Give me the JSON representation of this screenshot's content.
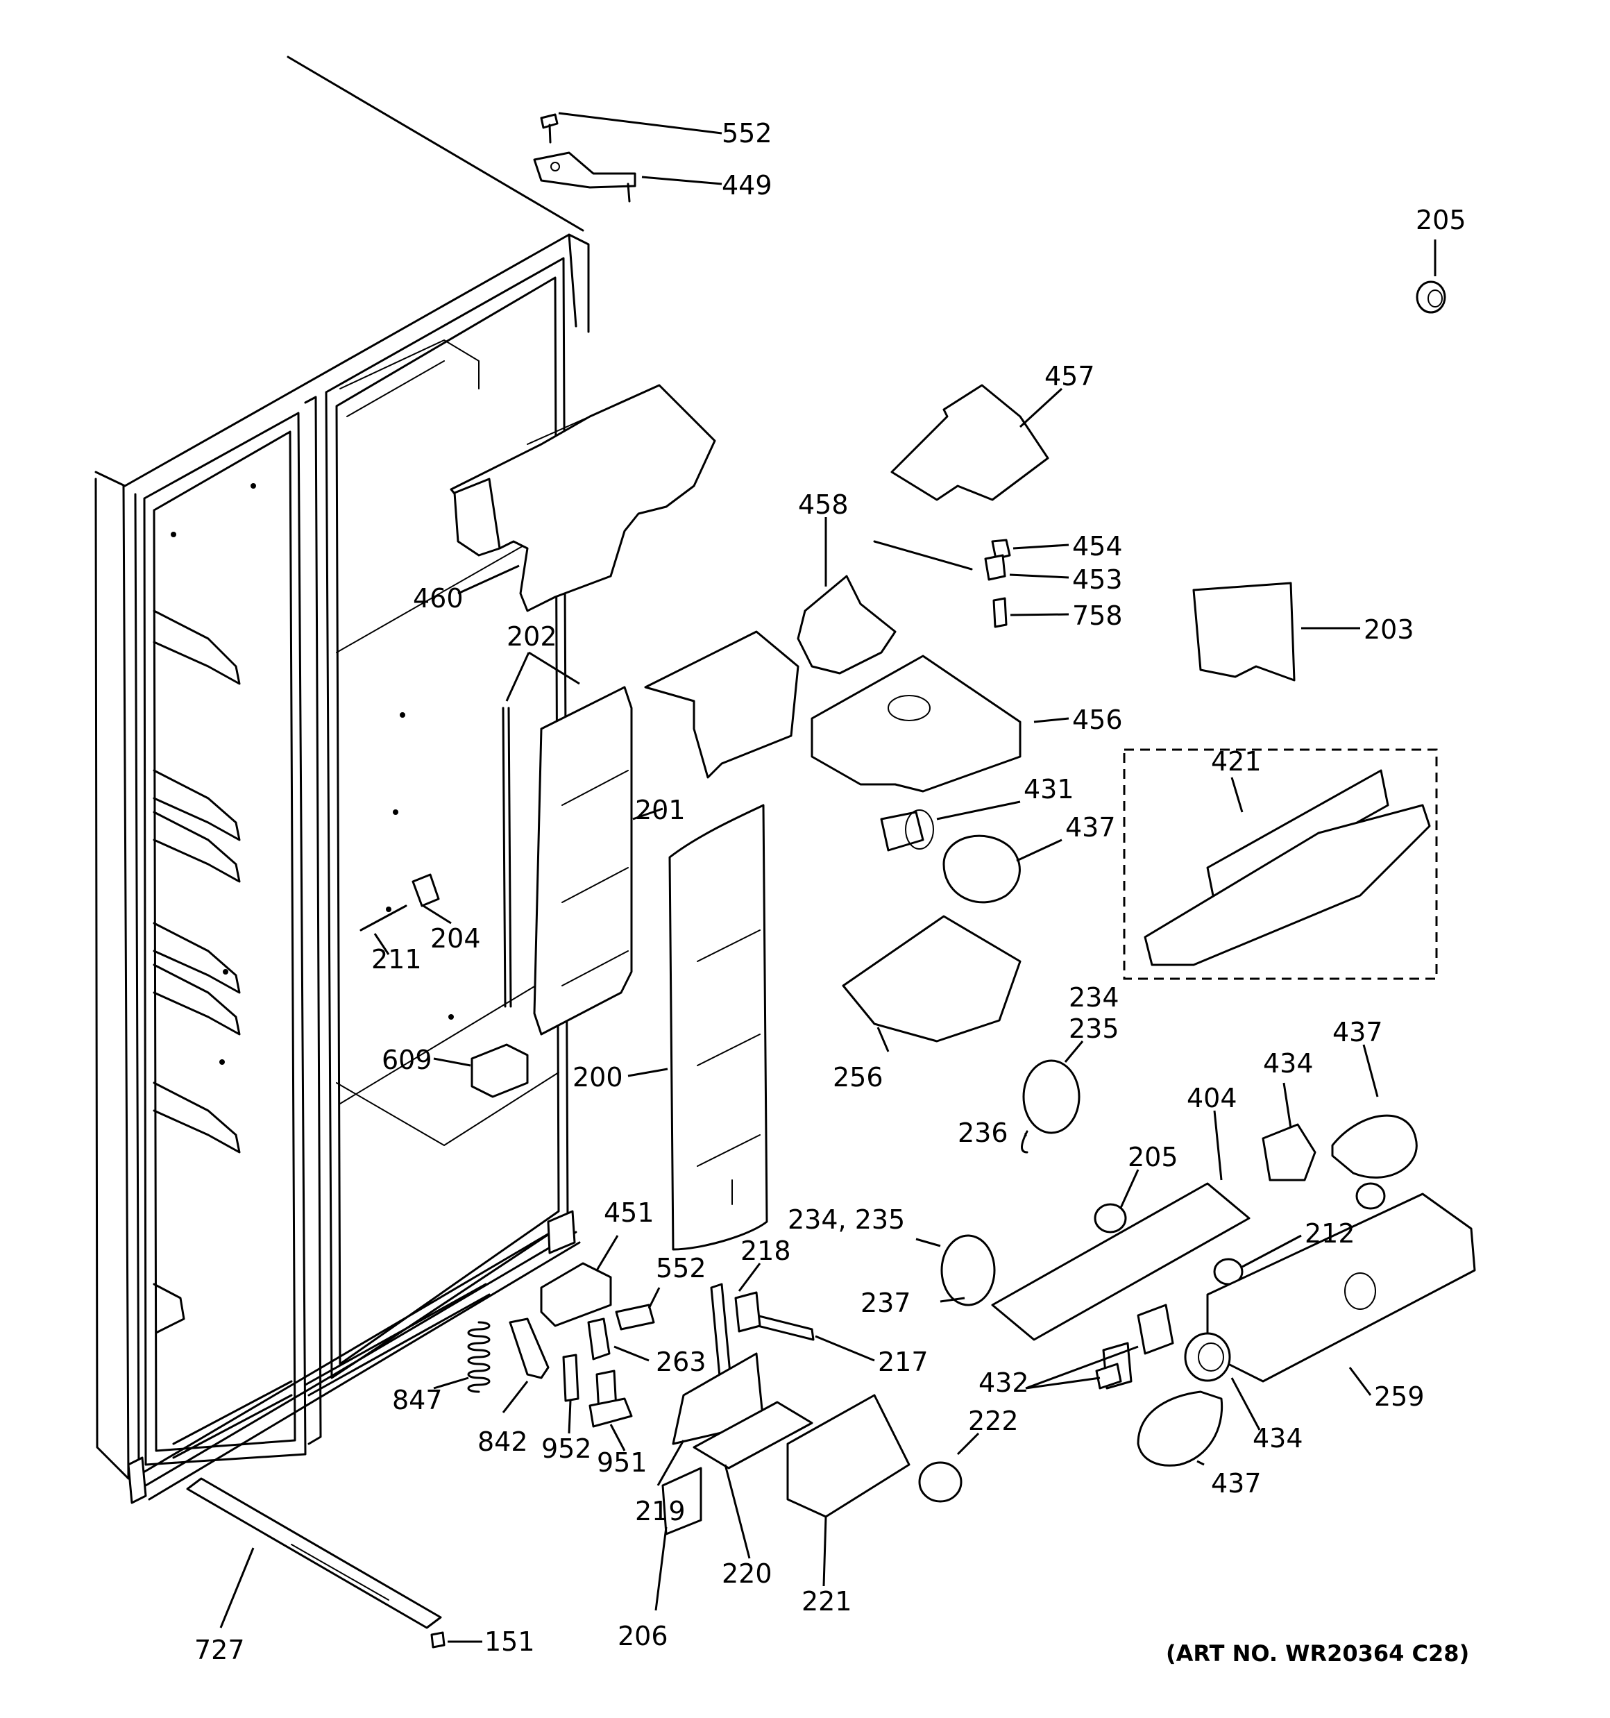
{
  "callouts": [
    {
      "id": "c552a",
      "text": "552"
    },
    {
      "id": "c449",
      "text": "449"
    },
    {
      "id": "c205a",
      "text": "205"
    },
    {
      "id": "c457",
      "text": "457"
    },
    {
      "id": "c458",
      "text": "458"
    },
    {
      "id": "c454",
      "text": "454"
    },
    {
      "id": "c453",
      "text": "453"
    },
    {
      "id": "c758",
      "text": "758"
    },
    {
      "id": "c460",
      "text": "460"
    },
    {
      "id": "c203",
      "text": "203"
    },
    {
      "id": "c202",
      "text": "202"
    },
    {
      "id": "c456",
      "text": "456"
    },
    {
      "id": "c421",
      "text": "421"
    },
    {
      "id": "c431",
      "text": "431"
    },
    {
      "id": "c201",
      "text": "201"
    },
    {
      "id": "c437a",
      "text": "437"
    },
    {
      "id": "c204",
      "text": "204"
    },
    {
      "id": "c211",
      "text": "211"
    },
    {
      "id": "c234a",
      "text": "234"
    },
    {
      "id": "c235a",
      "text": "235"
    },
    {
      "id": "c609",
      "text": "609"
    },
    {
      "id": "c200",
      "text": "200"
    },
    {
      "id": "c256",
      "text": "256"
    },
    {
      "id": "c434a",
      "text": "434"
    },
    {
      "id": "c437b",
      "text": "437"
    },
    {
      "id": "c236",
      "text": "236"
    },
    {
      "id": "c205b",
      "text": "205"
    },
    {
      "id": "c404",
      "text": "404"
    },
    {
      "id": "c451",
      "text": "451"
    },
    {
      "id": "c234b",
      "text": "234, 235"
    },
    {
      "id": "c212",
      "text": "212"
    },
    {
      "id": "c552b",
      "text": "552"
    },
    {
      "id": "c218",
      "text": "218"
    },
    {
      "id": "c237",
      "text": "237"
    },
    {
      "id": "c263",
      "text": "263"
    },
    {
      "id": "c217",
      "text": "217"
    },
    {
      "id": "c432",
      "text": "432"
    },
    {
      "id": "c259",
      "text": "259"
    },
    {
      "id": "c847",
      "text": "847"
    },
    {
      "id": "c842",
      "text": "842"
    },
    {
      "id": "c952",
      "text": "952"
    },
    {
      "id": "c951",
      "text": "951"
    },
    {
      "id": "c222",
      "text": "222"
    },
    {
      "id": "c434b",
      "text": "434"
    },
    {
      "id": "c219",
      "text": "219"
    },
    {
      "id": "c437c",
      "text": "437"
    },
    {
      "id": "c220",
      "text": "220"
    },
    {
      "id": "c221",
      "text": "221"
    },
    {
      "id": "c727",
      "text": "727"
    },
    {
      "id": "c151",
      "text": "151"
    },
    {
      "id": "c206",
      "text": "206"
    }
  ],
  "art_number": "(ART NO. WR20364 C28)"
}
